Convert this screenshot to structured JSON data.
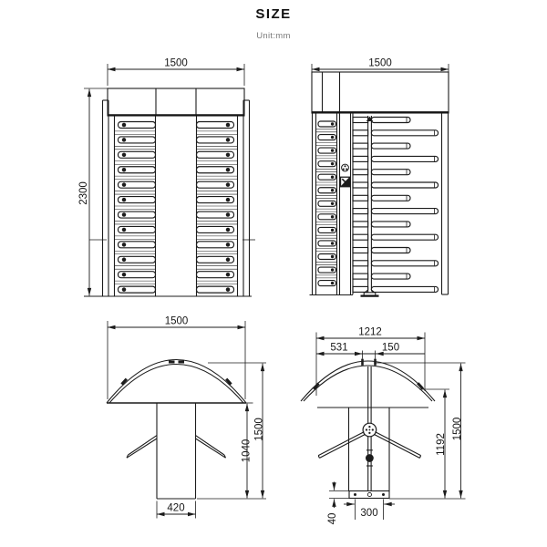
{
  "page": {
    "title": "SIZE",
    "unit_label": "Unit:mm"
  },
  "views": {
    "front": {
      "width": "1500",
      "height": "2300",
      "bar_rows": 12
    },
    "side": {
      "width": "1500",
      "bar_rows": 14,
      "icons": [
        "logo-roundel",
        "card-reader"
      ]
    },
    "mech_front": {
      "width": "1500",
      "column_height": "1040",
      "total_height": "1500",
      "column_width": "420"
    },
    "mech_side": {
      "canopy_width": "1212",
      "canopy_left_width": "531",
      "cap_width": "150",
      "hub_height": "1192",
      "total_height": "1500",
      "plate_thickness": "40",
      "plate_width": "300"
    }
  },
  "colors": {
    "line": "#1c1c1c",
    "text": "#161616",
    "subtitle": "#7a7a7a"
  }
}
